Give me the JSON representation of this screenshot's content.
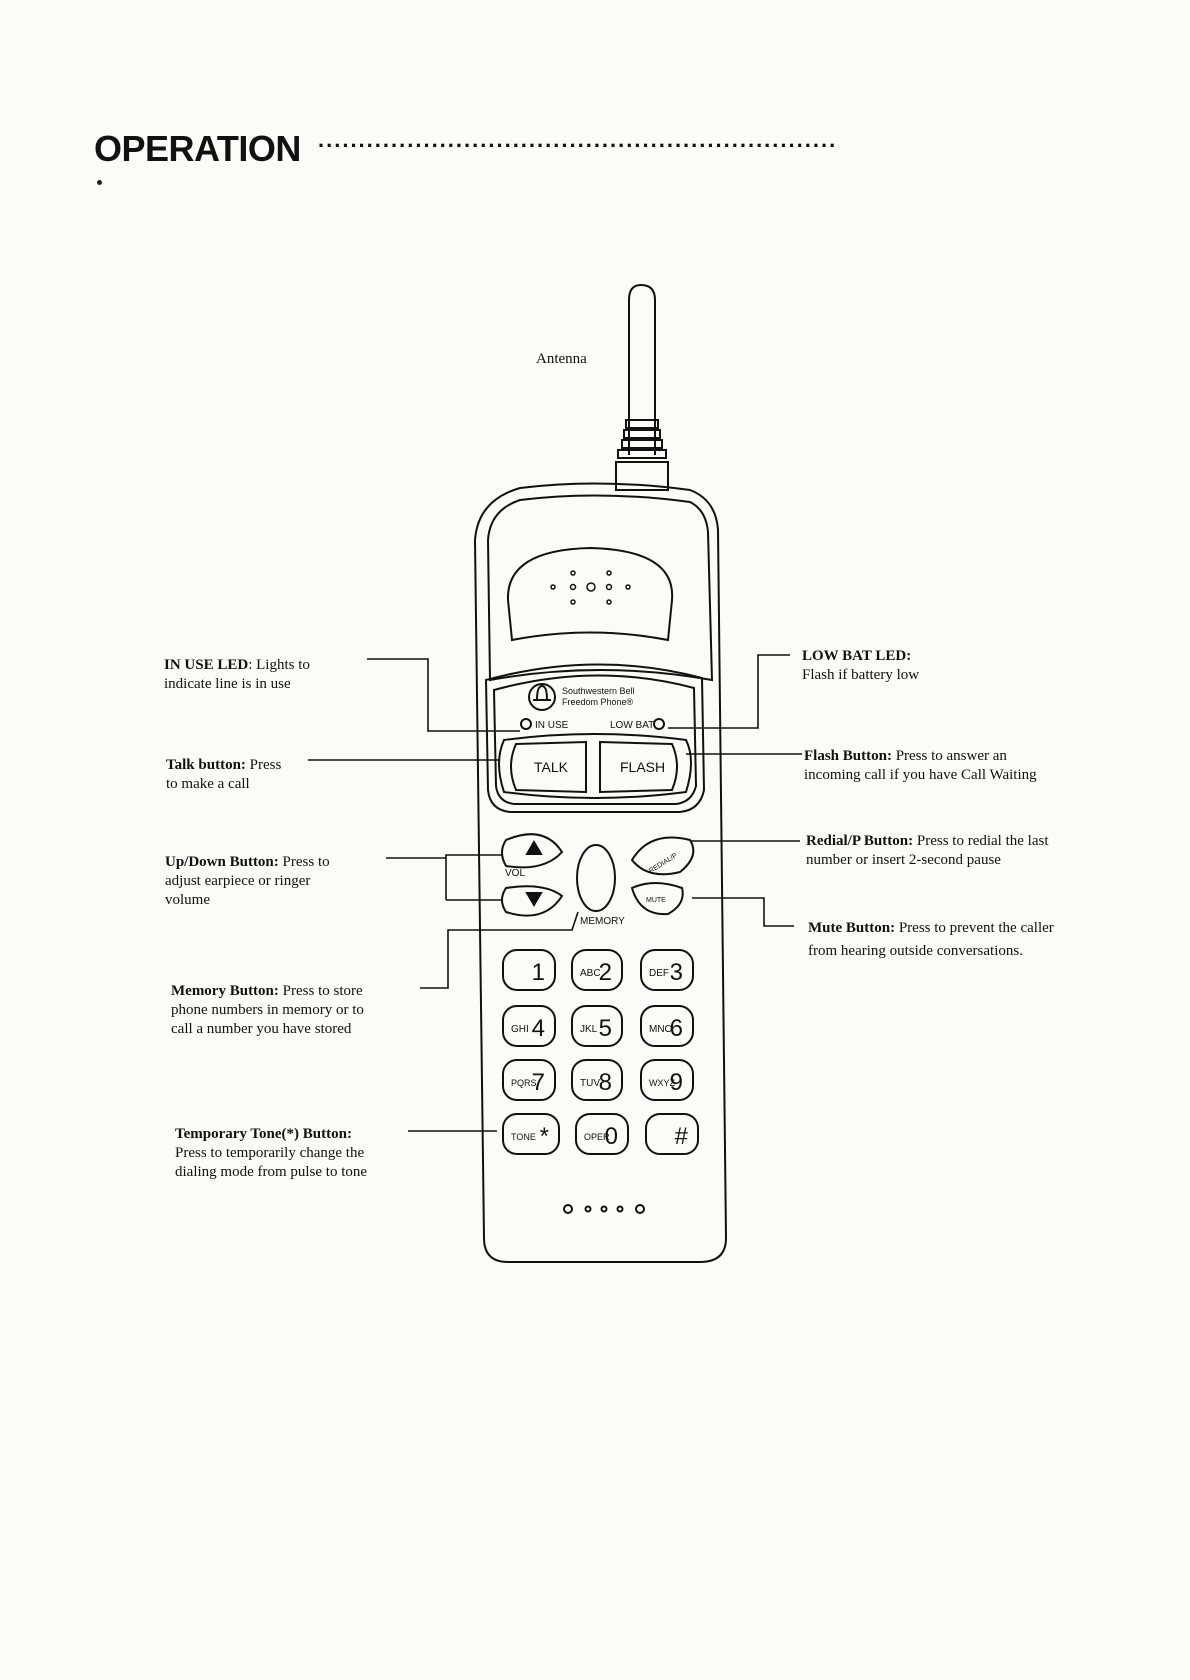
{
  "header": {
    "title": "OPERATION",
    "dots": "................................................................"
  },
  "labels": {
    "antenna": "Antenna",
    "in_use_led": {
      "title": "IN USE LED",
      "desc_1": ": Lights to",
      "desc_2": "indicate line is in use"
    },
    "talk_button": {
      "title": "Talk button:",
      "desc_1": " Press",
      "desc_2": "to make a call"
    },
    "updown_button": {
      "title": "Up/Down Button:",
      "desc_1": " Press to",
      "desc_2": "adjust earpiece or ringer",
      "desc_3": "volume"
    },
    "memory_button": {
      "title": "Memory Button:",
      "desc_1": " Press to store",
      "desc_2": "phone numbers in memory or  to",
      "desc_3": "call a number you have stored"
    },
    "tone_button": {
      "title": "Temporary Tone(*) Button:",
      "desc_1": "Press to temporarily change the",
      "desc_2": "dialing mode from pulse to tone"
    },
    "low_bat_led": {
      "title": "LOW BAT LED:",
      "desc_1": "Flash if battery low"
    },
    "flash_button": {
      "title": "Flash Button:",
      "desc_1": " Press to answer an",
      "desc_2": "incoming call if you have Call Waiting"
    },
    "redial_button": {
      "title": "Redial/P Button:",
      "desc_1": " Press to redial the last",
      "desc_2": "number or insert 2-second pause"
    },
    "mute_button": {
      "title": "Mute Button:",
      "desc_1": " Press to prevent the caller",
      "desc_2": "from hearing outside conversations."
    }
  },
  "phone": {
    "brand_1": "Southwestern Bell",
    "brand_2": "Freedom Phone®",
    "in_use": "IN USE",
    "low_bat": "LOW BAT",
    "talk": "TALK",
    "flash": "FLASH",
    "vol": "VOL",
    "memory": "MEMORY",
    "redial": "REDIAL/P",
    "mute": "MUTE",
    "keys": [
      {
        "letters": "",
        "digit": "1"
      },
      {
        "letters": "ABC",
        "digit": "2"
      },
      {
        "letters": "DEF",
        "digit": "3"
      },
      {
        "letters": "GHI",
        "digit": "4"
      },
      {
        "letters": "JKL",
        "digit": "5"
      },
      {
        "letters": "MNO",
        "digit": "6"
      },
      {
        "letters": "PQRS",
        "digit": "7"
      },
      {
        "letters": "TUV",
        "digit": "8"
      },
      {
        "letters": "WXYZ",
        "digit": "9"
      },
      {
        "letters": "TONE",
        "digit": "*"
      },
      {
        "letters": "OPER",
        "digit": "0"
      },
      {
        "letters": "",
        "digit": "#"
      }
    ]
  }
}
